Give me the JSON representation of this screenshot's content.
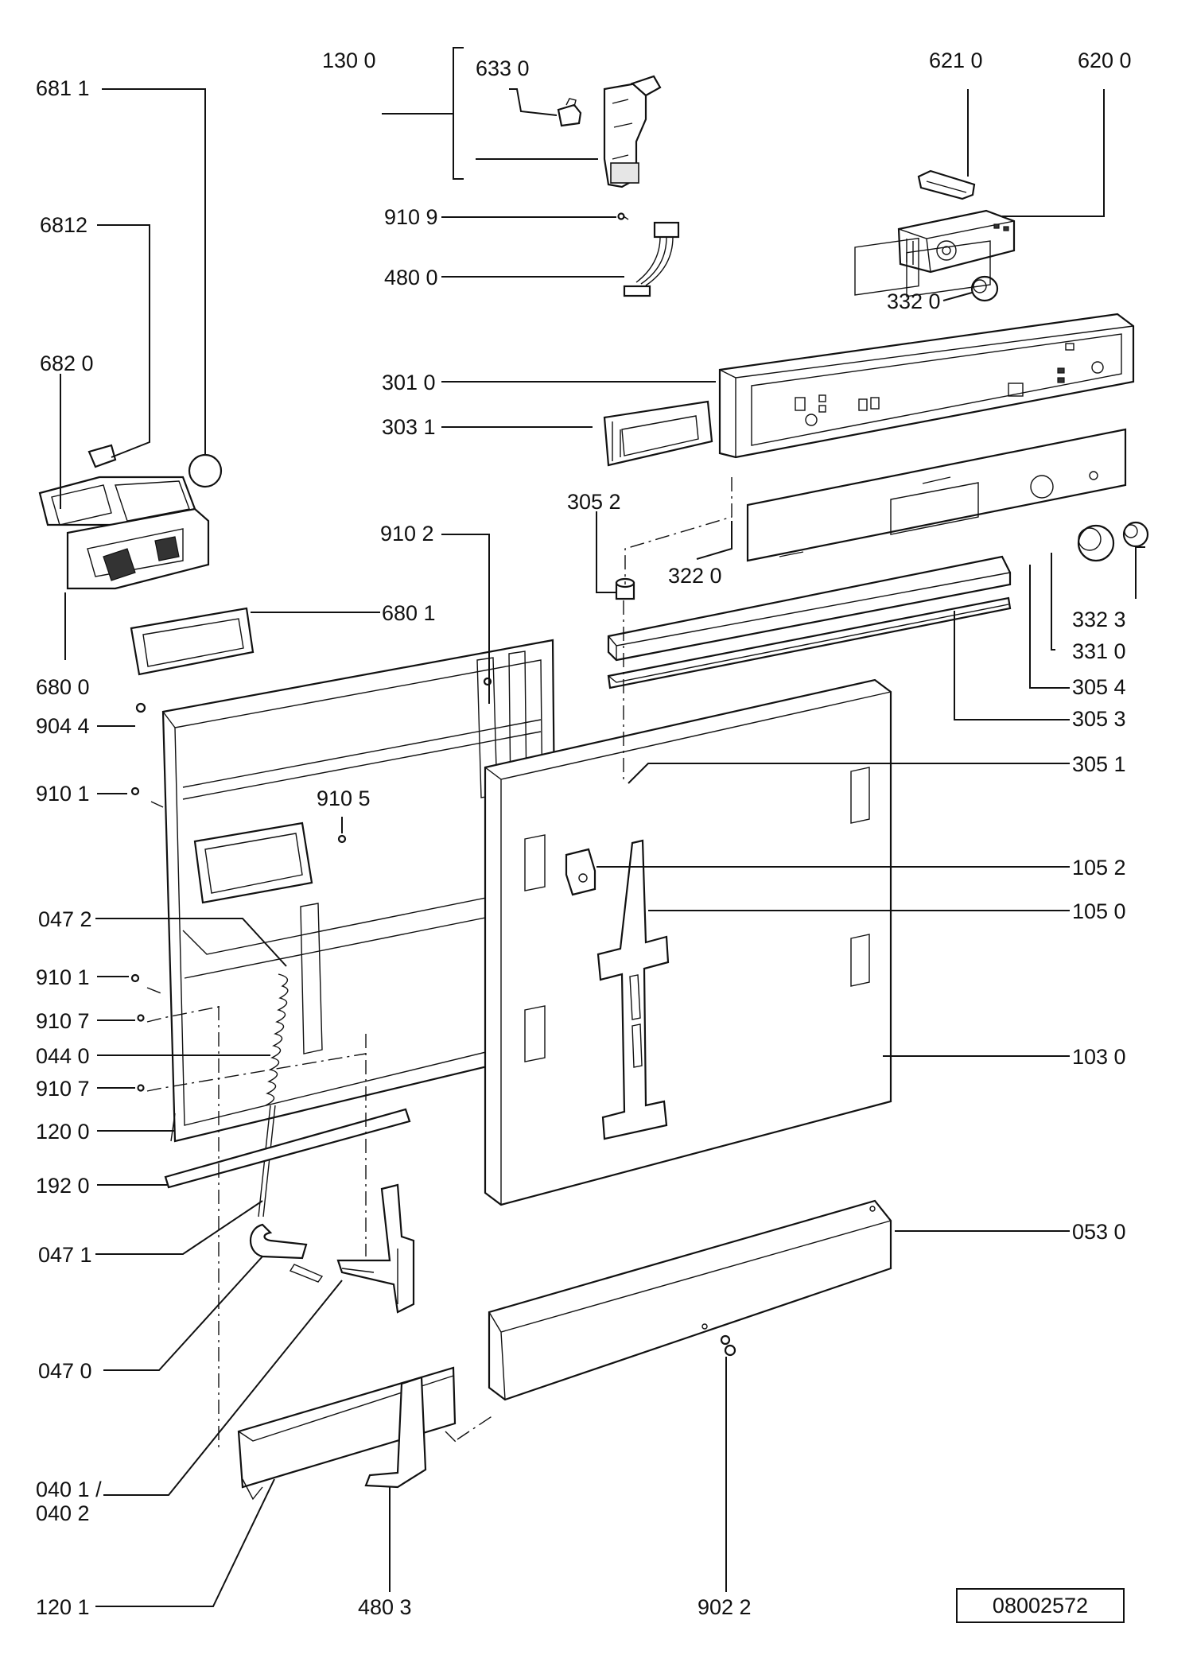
{
  "labels": {
    "l6811": "681 1",
    "l1300": "130 0",
    "l6330": "633 0",
    "l6210": "621 0",
    "l6200": "620 0",
    "l6812": "6812",
    "l9109": "910 9",
    "l4800": "480 0",
    "l3320": "332 0",
    "l6820": "682 0",
    "l3010": "301 0",
    "l3031": "303 1",
    "l3052": "305 2",
    "l9102": "910 2",
    "l3220": "322 0",
    "l6801": "680 1",
    "l3323": "332 3",
    "l3310": "331 0",
    "l6800": "680 0",
    "l3054": "305 4",
    "l9044": "904 4",
    "l3053": "305 3",
    "l3051": "305 1",
    "l9101a": "910 1",
    "l9105": "910 5",
    "l1052": "105 2",
    "l1050": "105 0",
    "l0472": "047 2",
    "l9101b": "910 1",
    "l9107a": "910 7",
    "l0440": "044 0",
    "l1030": "103 0",
    "l9107b": "910 7",
    "l1200": "120 0",
    "l1920": "192 0",
    "l0471": "047 1",
    "l0530": "053 0",
    "l0470": "047 0",
    "l0401": "040 1 /",
    "l0402": "040 2",
    "l1201": "120 1",
    "l4803": "480 3",
    "l9022": "902 2"
  },
  "document_number": "08002572"
}
